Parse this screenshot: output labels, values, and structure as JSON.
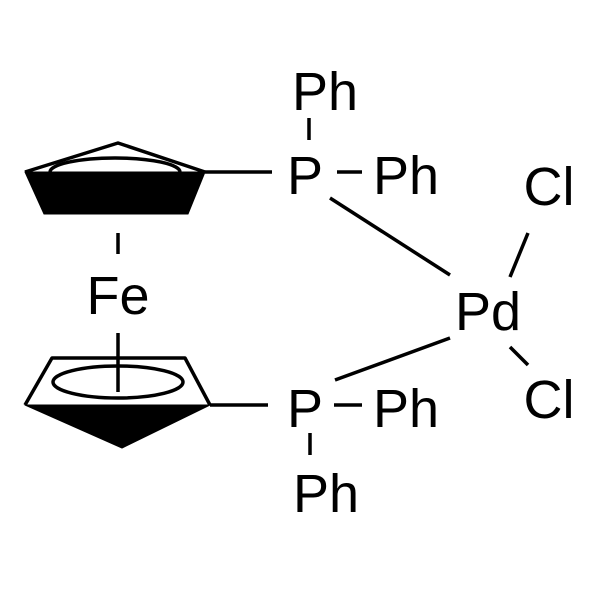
{
  "molecule": {
    "atoms": {
      "fe": "Fe",
      "pd": "Pd",
      "cl_top": "Cl",
      "cl_bottom": "Cl",
      "p_top": "P",
      "p_bottom": "P",
      "ph_top_up": "Ph",
      "ph_top_right": "Ph",
      "ph_bottom_right": "Ph",
      "ph_bottom_down": "Ph"
    },
    "colors": {
      "ink": "#000000",
      "background": "#ffffff"
    }
  }
}
